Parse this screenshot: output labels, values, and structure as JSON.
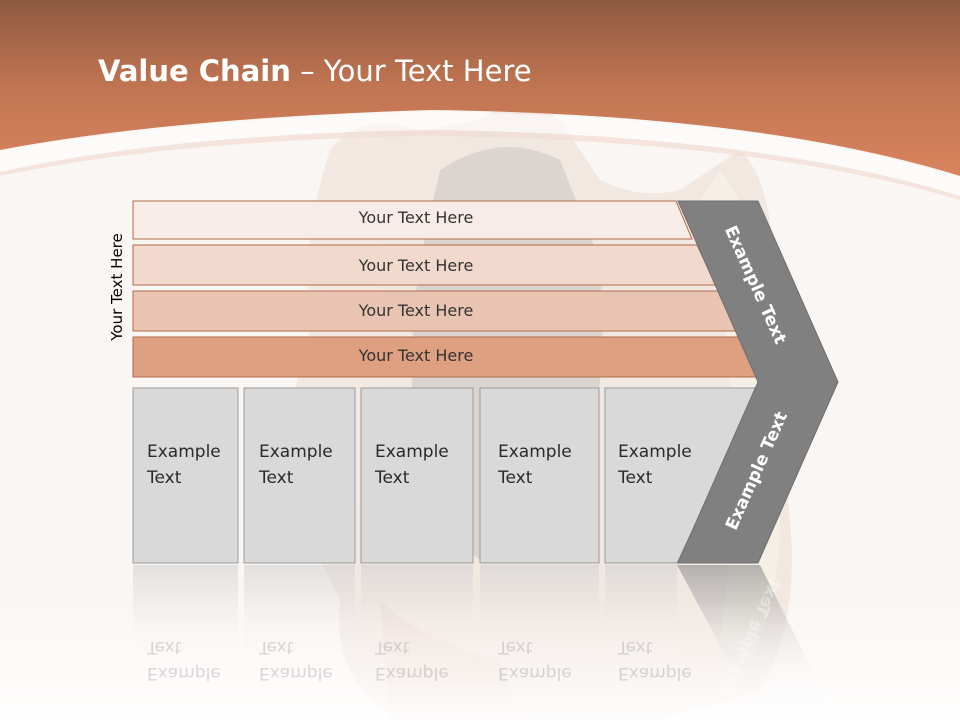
{
  "title": {
    "bold": "Value Chain",
    "rest": " – Your Text Here"
  },
  "side_label": "Your Text Here",
  "rows": [
    {
      "label": "Your Text Here",
      "color": "#f8ece8"
    },
    {
      "label": "Your Text Here",
      "color": "#f2d9cd"
    },
    {
      "label": "Your Text Here",
      "color": "#eac4b2"
    },
    {
      "label": "Your Text Here",
      "color": "#dea080"
    }
  ],
  "boxes": [
    {
      "line1": "Example",
      "line2": "Text"
    },
    {
      "line1": "Example",
      "line2": "Text"
    },
    {
      "line1": "Example",
      "line2": "Text"
    },
    {
      "line1": "Example",
      "line2": "Text"
    },
    {
      "line1": "Example",
      "line2": "Text"
    }
  ],
  "arrow_labels": {
    "upper": "Example Text",
    "lower": "Example Text"
  },
  "colors": {
    "header": "#c67652",
    "box": "#d9d9d9",
    "chevron": "#808080"
  }
}
